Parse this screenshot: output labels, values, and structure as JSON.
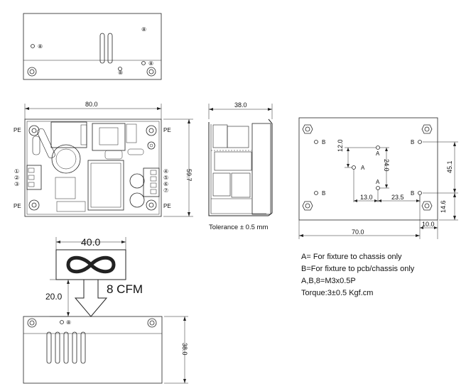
{
  "top_view": {
    "hole_label": "⑧"
  },
  "front_view": {
    "width_dim": "80.0",
    "height_dim": "59.7",
    "pe_label": "PE",
    "pins_left": [
      "①",
      "②",
      "③"
    ],
    "pins_right": [
      "④",
      "⑤",
      "⑥",
      "⑦"
    ]
  },
  "side_view": {
    "width_dim": "38.0",
    "tolerance": "Tolerance ± 0.5 mm"
  },
  "mount_view": {
    "label_a": "A",
    "label_b": "B",
    "dim_12": "12.0",
    "dim_24": "24.0",
    "dim_13": "13.0",
    "dim_235": "23.5",
    "dim_70": "70.0",
    "dim_10": "10.0",
    "dim_146": "14.6",
    "dim_451": "45.1"
  },
  "airflow": {
    "fan_width": "40.0",
    "gap": "20.0",
    "cfm": "8 CFM",
    "symbol": "∞"
  },
  "bottom_view": {
    "height_dim": "38.0",
    "hole_label": "⑧"
  },
  "notes": [
    "A= For fixture to chassis only",
    "B=For fixture to pcb/chassis only",
    "A,B,8=M3x0.5P",
    "Torque:3±0.5 Kgf.cm"
  ]
}
